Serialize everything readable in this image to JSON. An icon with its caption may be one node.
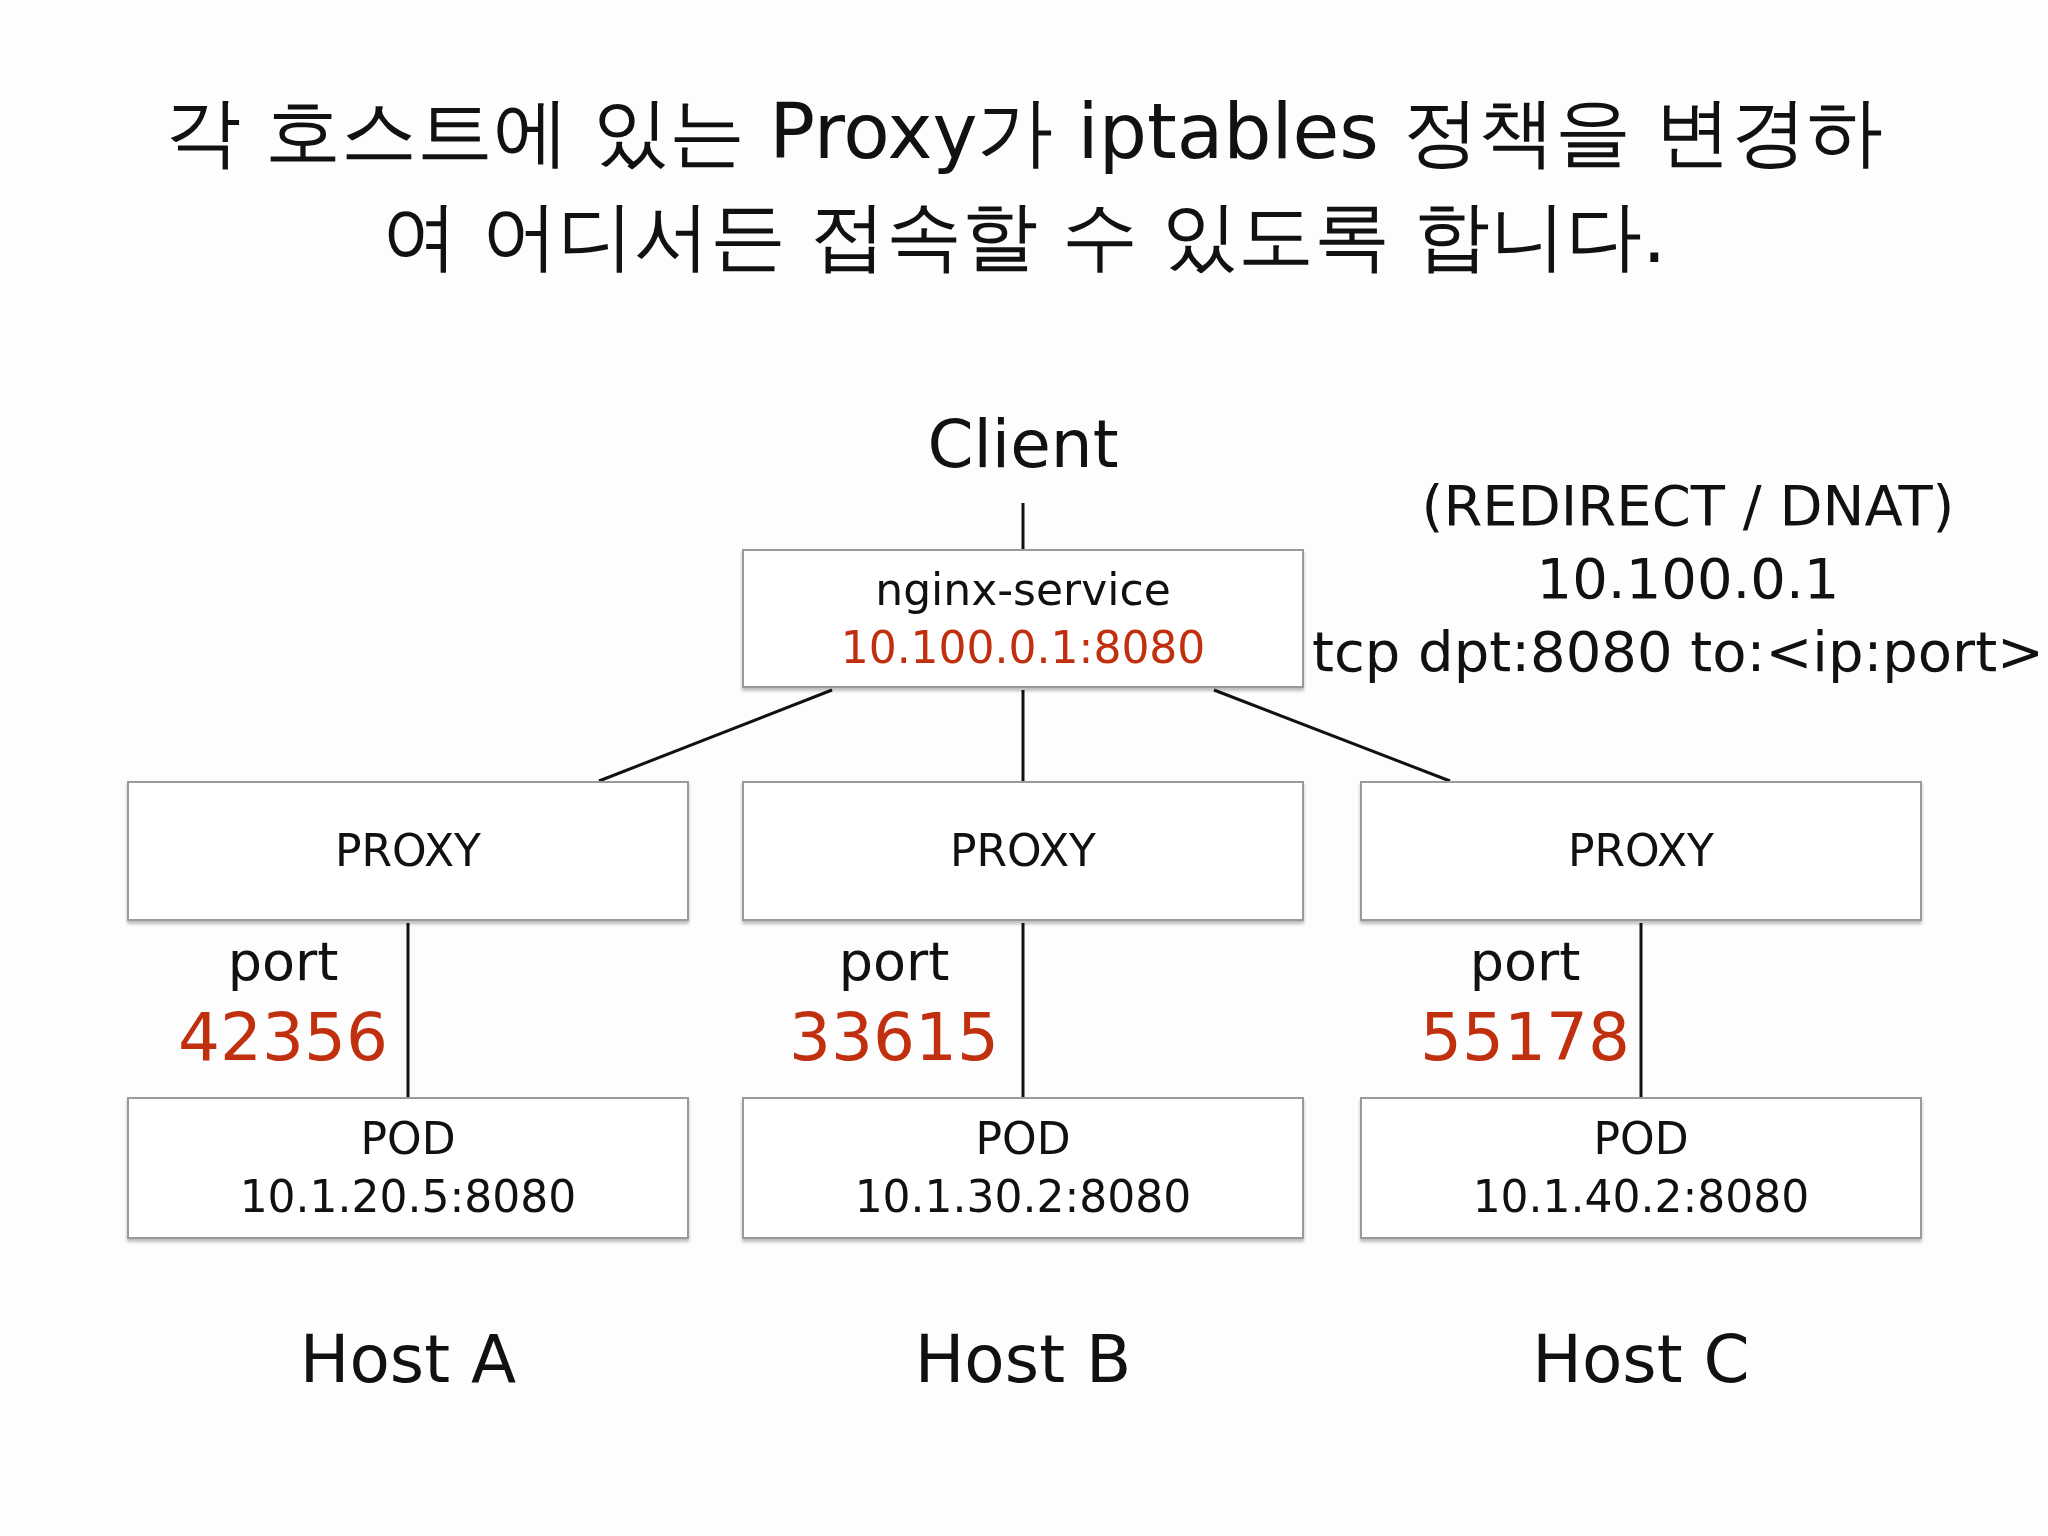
{
  "diagram": {
    "title": "각 호스트에 있는 Proxy가 iptables 정책을 변경하여 어디서든 접속할 수 있도록 합니다.",
    "nodes": [
      {
        "text": [
          "Client"
        ]
      },
      {
        "text": [
          "nginx-service",
          "10.100.0.1:8080"
        ]
      },
      {
        "text": [
          "PROXY"
        ]
      },
      {
        "text": [
          "PROXY"
        ]
      },
      {
        "text": [
          "PROXY"
        ]
      },
      {
        "text": [
          "POD",
          "10.1.20.5:8080"
        ]
      },
      {
        "text": [
          "POD",
          "10.1.30.2:8080"
        ]
      },
      {
        "text": [
          "POD",
          "10.1.40.2:8080"
        ]
      }
    ],
    "edges": [
      {
        "from": 0,
        "to": 1,
        "arrow": "none"
      },
      {
        "from": 1,
        "to": 2,
        "arrow": "none"
      },
      {
        "from": 1,
        "to": 3,
        "arrow": "none"
      },
      {
        "from": 1,
        "to": 4,
        "arrow": "none"
      },
      {
        "from": 2,
        "to": 5,
        "arrow": "none"
      },
      {
        "from": 3,
        "to": 6,
        "arrow": "none"
      },
      {
        "from": 4,
        "to": 7,
        "arrow": "none"
      }
    ],
    "labels": [
      "(REDIRECT / DNAT)",
      "10.100.0.1",
      "tcp dpt:8080 to:<ip:port>",
      "port",
      "42356",
      "port",
      "33615",
      "port",
      "55178",
      "Host A",
      "Host B",
      "Host C"
    ]
  }
}
